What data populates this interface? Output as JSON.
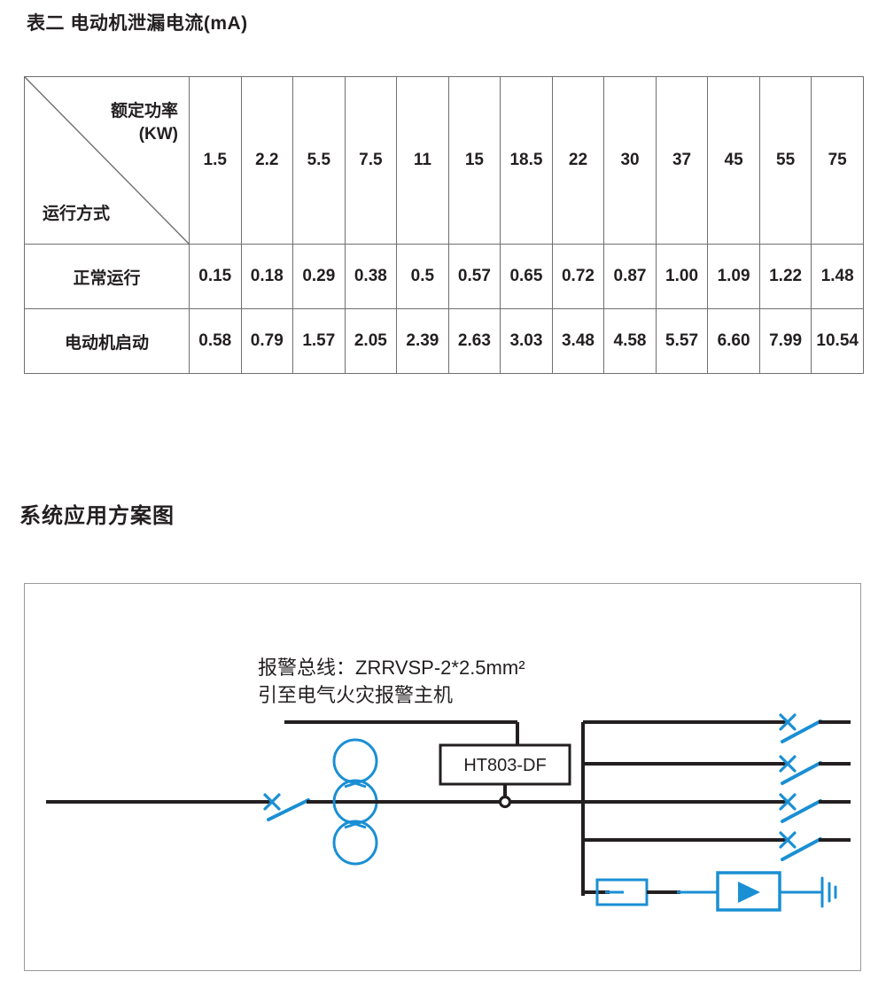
{
  "table_section": {
    "title": "表二 电动机泄漏电流(mA)",
    "corner": {
      "top_label_line1": "额定功率",
      "top_label_line2": "(KW)",
      "bottom_label": "运行方式"
    },
    "columns": [
      "1.5",
      "2.2",
      "5.5",
      "7.5",
      "11",
      "15",
      "18.5",
      "22",
      "30",
      "37",
      "45",
      "55",
      "75"
    ],
    "rows": [
      {
        "label": "正常运行",
        "values": [
          "0.15",
          "0.18",
          "0.29",
          "0.38",
          "0.5",
          "0.57",
          "0.65",
          "0.72",
          "0.87",
          "1.00",
          "1.09",
          "1.22",
          "1.48"
        ]
      },
      {
        "label": "电动机启动",
        "values": [
          "0.58",
          "0.79",
          "1.57",
          "2.05",
          "2.39",
          "2.63",
          "3.03",
          "3.48",
          "4.58",
          "5.57",
          "6.60",
          "7.99",
          "10.54"
        ]
      }
    ]
  },
  "diagram_section": {
    "title": "系统应用方案图",
    "bus_label_line1": "报警总线：ZRRVSP-2*2.5mm²",
    "bus_label_line2": "引至电气火灾报警主机",
    "device_box_label": "HT803-DF",
    "switch_marks": [
      "X",
      "X",
      "X",
      "X",
      "X"
    ],
    "colors": {
      "accent_blue": "#1a8fd4",
      "wire_black": "#231f20",
      "frame_gray": "#9a9a9a",
      "table_border": "#6f6f6f"
    }
  },
  "chart_data": {
    "type": "table",
    "title": "表二 电动机泄漏电流(mA)",
    "xlabel": "额定功率(KW)",
    "ylabel": "运行方式",
    "categories": [
      "1.5",
      "2.2",
      "5.5",
      "7.5",
      "11",
      "15",
      "18.5",
      "22",
      "30",
      "37",
      "45",
      "55",
      "75"
    ],
    "series": [
      {
        "name": "正常运行",
        "values": [
          0.15,
          0.18,
          0.29,
          0.38,
          0.5,
          0.57,
          0.65,
          0.72,
          0.87,
          1.0,
          1.09,
          1.22,
          1.48
        ]
      },
      {
        "name": "电动机启动",
        "values": [
          0.58,
          0.79,
          1.57,
          2.05,
          2.39,
          2.63,
          3.03,
          3.48,
          4.58,
          5.57,
          6.6,
          7.99,
          10.54
        ]
      }
    ],
    "unit": "mA",
    "grid": true,
    "legend": "none"
  }
}
